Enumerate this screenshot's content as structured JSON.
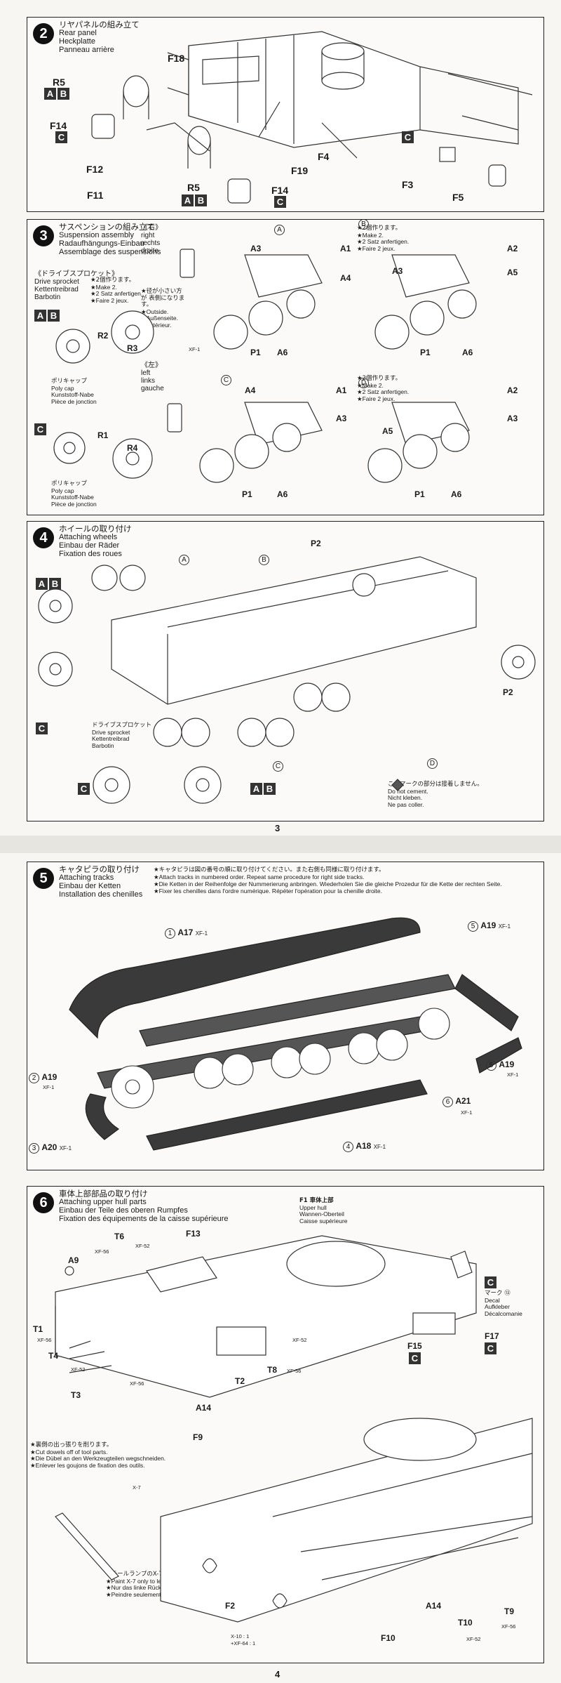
{
  "steps": {
    "s2": {
      "number": "2",
      "title_jp": "リヤパネルの組み立て",
      "title_en": "Rear panel",
      "title_de": "Heckplatte",
      "title_fr": "Panneau arrière",
      "parts": [
        "F18",
        "F4",
        "F12",
        "F11",
        "F14",
        "F14",
        "F19",
        "F3",
        "F5",
        "R5",
        "R5"
      ],
      "variant_boxes": [
        "A",
        "B",
        "C"
      ]
    },
    "s3": {
      "number": "3",
      "title_jp": "サスペンションの組み立て",
      "title_en": "Suspension assembly",
      "title_de": "Radaufhängungs-Einbau",
      "title_fr": "Assemblage des suspensions",
      "right_jp": "《右》",
      "right_en": "right",
      "right_de": "rechts",
      "right_fr": "droite",
      "left_jp": "《左》",
      "left_en": "left",
      "left_de": "links",
      "left_fr": "gauche",
      "sprocket_jp": "《ドライブスプロケット》",
      "sprocket_en": "Drive sprocket",
      "sprocket_de": "Kettentreibrad",
      "sprocket_fr": "Barbotin",
      "make2_jp": "★2個作ります。",
      "make2_en": "★Make 2.",
      "make2_de": "★2 Satz anfertigen.",
      "make2_fr": "★Faire 2 jeux.",
      "diam_jp": "★径が小さい方が 表側になります。",
      "diam_de": "★Außenseite.",
      "diam_en": "★Outside.",
      "diam_fr": "★Extérieur.",
      "polycap_jp": "ポリキャップ",
      "polycap_en": "Poly cap",
      "polycap_de": "Kunststoff-Nabe",
      "polycap_fr": "Pièce de jonction",
      "parts": [
        "R2",
        "R3",
        "R1",
        "R4",
        "A3",
        "A1",
        "A4",
        "A2",
        "A5",
        "A6",
        "P1",
        "XF-1"
      ],
      "subassemblies": [
        "A",
        "B",
        "C",
        "D"
      ]
    },
    "s4": {
      "number": "4",
      "title_jp": "ホイールの取り付け",
      "title_en": "Attaching wheels",
      "title_de": "Einbau der Räder",
      "title_fr": "Fixation des roues",
      "parts": [
        "P2",
        "P2"
      ],
      "sprocket_jp": "ドライブスプロケット",
      "sprocket_en": "Drive sprocket",
      "sprocket_de": "Kettentreibrad",
      "sprocket_fr": "Barbotin",
      "no_cement_jp": "このマークの部分は接着しません。",
      "no_cement_en": "Do not cement.",
      "no_cement_de": "Nicht kleben.",
      "no_cement_fr": "Ne pas coller."
    },
    "s5": {
      "number": "5",
      "title_jp": "キャタピラの取り付け",
      "title_en": "Attaching tracks",
      "title_de": "Einbau der Ketten",
      "title_fr": "Installation des chenilles",
      "note_jp": "★キャタピラは図の番号の順に取り付けてください。また右側も同様に取り付けます。",
      "note_en": "★Attach tracks in numbered order. Repeat same procedure for right side tracks.",
      "note_de": "★Die Ketten in der Reihenfolge der Nummerierung anbringen. Wiederholen Sie die gleiche Prozedur für die Kette der rechten Seite.",
      "note_fr": "★Fixer les chenilles dans l'ordre numérique. Répéter l'opération pour la chenille droite.",
      "tracks": [
        {
          "n": "1",
          "part": "A17",
          "paint": "XF-1"
        },
        {
          "n": "2",
          "part": "A19",
          "paint": "XF-1"
        },
        {
          "n": "3",
          "part": "A20",
          "paint": "XF-1"
        },
        {
          "n": "4",
          "part": "A18",
          "paint": "XF-1"
        },
        {
          "n": "5",
          "part": "A19",
          "paint": "XF-1"
        },
        {
          "n": "5",
          "part": "A19",
          "paint": "XF-1"
        },
        {
          "n": "6",
          "part": "A21",
          "paint": "XF-1"
        }
      ]
    },
    "s6": {
      "number": "6",
      "title_jp": "車体上部部品の取り付け",
      "title_en": "Attaching upper hull parts",
      "title_de": "Einbau der Teile des oberen Rumpfes",
      "title_fr": "Fixation des équipements de la caisse supérieure",
      "f1_jp": "F1 車体上部",
      "f1_en": "Upper hull",
      "f1_de": "Wannen-Oberteil",
      "f1_fr": "Caisse supérieure",
      "decal_jp": "マーク ⑬",
      "decal_en": "Decal",
      "decal_de": "Aufkleber",
      "decal_fr": "Décalcomanie",
      "cut_jp": "★裏側の出っ張りを削ります。",
      "cut_en": "★Cut dowels off of tool parts.",
      "cut_de": "★Die Dübel an den Werkzeugteilen wegschneiden.",
      "cut_fr": "★Enlever les goujons de fixation des outils.",
      "tail_jp": "★テールランプのX-7は左側のみ塗ります。",
      "tail_en": "★Paint X-7 only to left taillight.",
      "tail_de": "★Nur das linke Rücklicht mit X-7 bemalen.",
      "tail_fr": "★Peindre seulement le feu gauche en X-7.",
      "parts": [
        "F13",
        "T6",
        "XF-52",
        "XF-56",
        "A9",
        "T1",
        "XF-56",
        "T4",
        "XF-52",
        "T3",
        "XF-56",
        "T2",
        "T8",
        "XF-56",
        "F15",
        "F17",
        "XF-52",
        "A14",
        "F9",
        "X-7",
        "F2",
        "X-10 : 1",
        "+XF-64 : 1",
        "F10",
        "A14",
        "T10",
        "XF-52",
        "T9",
        "XF-56"
      ]
    }
  },
  "page_numbers": [
    "3",
    "4"
  ]
}
